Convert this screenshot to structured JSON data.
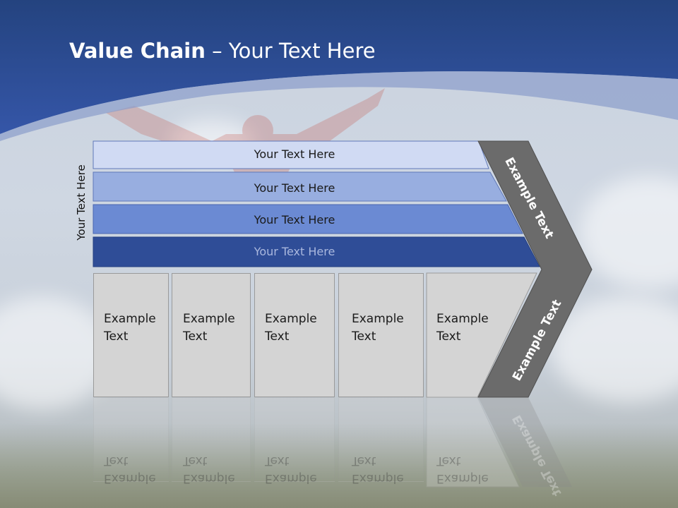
{
  "title": {
    "bold": "Value Chain",
    "rest": " – Your Text Here"
  },
  "side_label": "Your Text Here",
  "bars": [
    {
      "label": "Your Text Here"
    },
    {
      "label": "Your Text Here"
    },
    {
      "label": "Your Text Here"
    },
    {
      "label": "Your Text Here"
    }
  ],
  "boxes": [
    {
      "line1": "Example",
      "line2": "Text"
    },
    {
      "line1": "Example",
      "line2": "Text"
    },
    {
      "line1": "Example",
      "line2": "Text"
    },
    {
      "line1": "Example",
      "line2": "Text"
    },
    {
      "line1": "Example",
      "line2": "Text"
    }
  ],
  "chevron": {
    "upper": "Example Text",
    "lower": "Example Text"
  },
  "colors": {
    "header_blue": "#2c4f9e",
    "bar_1": "#d0daf3",
    "bar_2": "#98aee0",
    "bar_3": "#6b8ad3",
    "bar_4": "#2f4d97",
    "chevron_gray": "#6b6b6b",
    "box_gray": "#d4d4d4"
  }
}
